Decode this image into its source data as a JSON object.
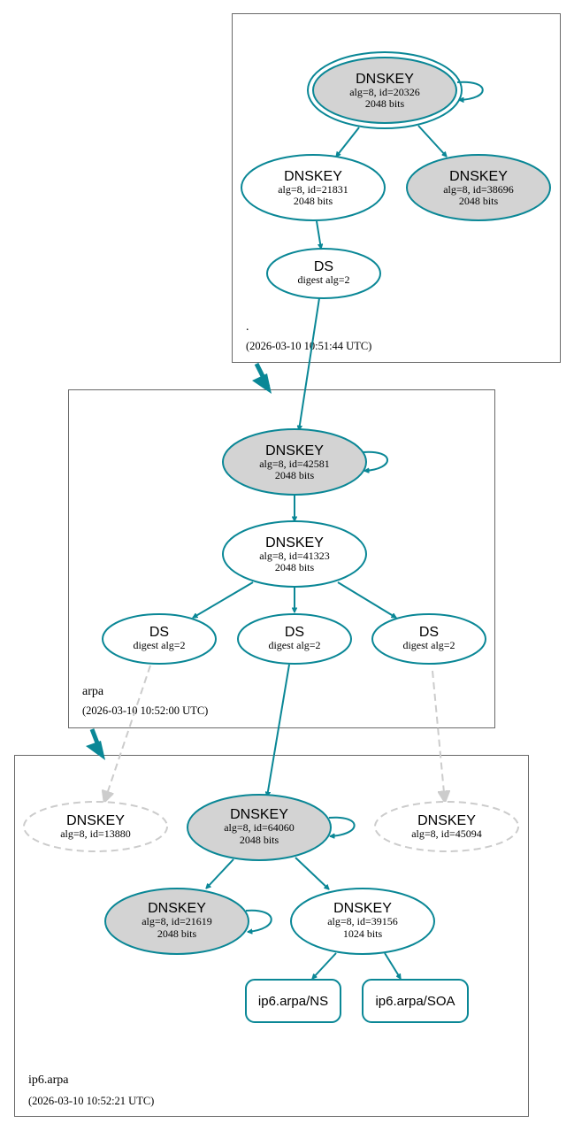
{
  "colors": {
    "edge": "#0a8796",
    "missing": "#cccccc",
    "fill_sep": "#d3d3d3"
  },
  "zones": {
    "root": {
      "name": ".",
      "time": "(2026-03-10 10:51:44 UTC)"
    },
    "arpa": {
      "name": "arpa",
      "time": "(2026-03-10 10:52:00 UTC)"
    },
    "ip6": {
      "name": "ip6.arpa",
      "time": "(2026-03-10 10:52:21 UTC)"
    }
  },
  "nodes": {
    "root_ksk": {
      "title": "DNSKEY",
      "line1": "alg=8, id=20326",
      "line2": "2048 bits"
    },
    "root_zsk1": {
      "title": "DNSKEY",
      "line1": "alg=8, id=21831",
      "line2": "2048 bits"
    },
    "root_zsk2": {
      "title": "DNSKEY",
      "line1": "alg=8, id=38696",
      "line2": "2048 bits"
    },
    "root_ds": {
      "title": "DS",
      "line1": "digest alg=2"
    },
    "arpa_ksk": {
      "title": "DNSKEY",
      "line1": "alg=8, id=42581",
      "line2": "2048 bits"
    },
    "arpa_zsk": {
      "title": "DNSKEY",
      "line1": "alg=8, id=41323",
      "line2": "2048 bits"
    },
    "arpa_ds1": {
      "title": "DS",
      "line1": "digest alg=2"
    },
    "arpa_ds2": {
      "title": "DS",
      "line1": "digest alg=2"
    },
    "arpa_ds3": {
      "title": "DS",
      "line1": "digest alg=2"
    },
    "ip6_missing1": {
      "title": "DNSKEY",
      "line1": "alg=8, id=13880"
    },
    "ip6_ksk": {
      "title": "DNSKEY",
      "line1": "alg=8, id=64060",
      "line2": "2048 bits"
    },
    "ip6_missing2": {
      "title": "DNSKEY",
      "line1": "alg=8, id=45094"
    },
    "ip6_sep": {
      "title": "DNSKEY",
      "line1": "alg=8, id=21619",
      "line2": "2048 bits"
    },
    "ip6_zsk": {
      "title": "DNSKEY",
      "line1": "alg=8, id=39156",
      "line2": "1024 bits"
    },
    "rr_ns": {
      "label": "ip6.arpa/NS"
    },
    "rr_soa": {
      "label": "ip6.arpa/SOA"
    }
  }
}
